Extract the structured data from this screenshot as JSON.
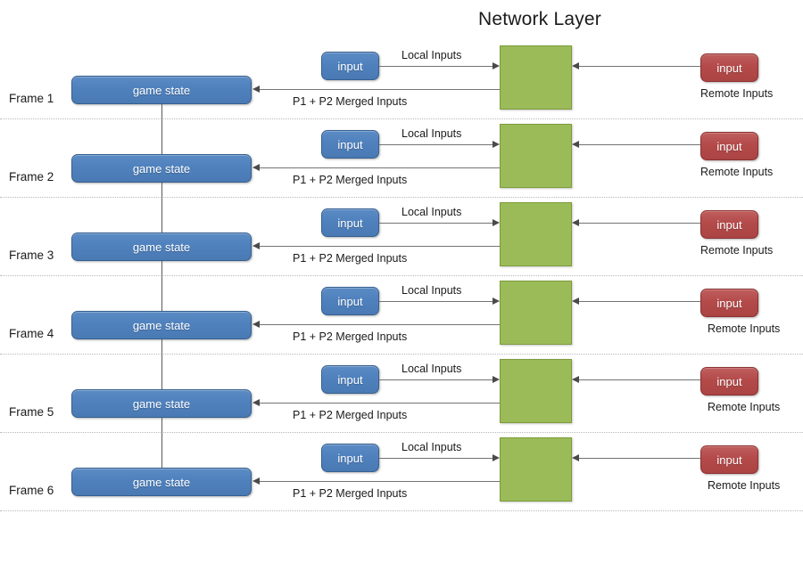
{
  "title": "Network Layer",
  "colors": {
    "game_state_fill": "#4F81BD",
    "local_input_fill": "#4F81BD",
    "remote_input_fill": "#B44A4A",
    "network_layer_fill": "#9BBB59",
    "connector_line": "#737373",
    "divider_line": "#B8B8B8",
    "label_text": "#1A1A1A"
  },
  "labels": {
    "game_state": "game state",
    "input": "input",
    "local_inputs": "Local Inputs",
    "merged_inputs": "P1 + P2 Merged Inputs",
    "remote_inputs": "Remote Inputs"
  },
  "frames": [
    {
      "frame_label": "Frame 1",
      "game_state": "game state",
      "local_input": "input",
      "remote_input": "input",
      "local_inputs_label": "Local Inputs",
      "merged_inputs_label": "P1 + P2 Merged Inputs",
      "remote_inputs_label": "Remote Inputs"
    },
    {
      "frame_label": "Frame 2",
      "game_state": "game state",
      "local_input": "input",
      "remote_input": "input",
      "local_inputs_label": "Local Inputs",
      "merged_inputs_label": "P1 + P2 Merged Inputs",
      "remote_inputs_label": "Remote Inputs"
    },
    {
      "frame_label": "Frame 3",
      "game_state": "game state",
      "local_input": "input",
      "remote_input": "input",
      "local_inputs_label": "Local Inputs",
      "merged_inputs_label": "P1 + P2 Merged Inputs",
      "remote_inputs_label": "Remote Inputs"
    },
    {
      "frame_label": "Frame 4",
      "game_state": "game state",
      "local_input": "input",
      "remote_input": "input",
      "local_inputs_label": "Local Inputs",
      "merged_inputs_label": "P1 + P2 Merged Inputs",
      "remote_inputs_label": "Remote Inputs"
    },
    {
      "frame_label": "Frame 5",
      "game_state": "game state",
      "local_input": "input",
      "remote_input": "input",
      "local_inputs_label": "Local Inputs",
      "merged_inputs_label": "P1 + P2 Merged Inputs",
      "remote_inputs_label": "Remote Inputs"
    },
    {
      "frame_label": "Frame 6",
      "game_state": "game state",
      "local_input": "input",
      "remote_input": "input",
      "local_inputs_label": "Local Inputs",
      "merged_inputs_label": "P1 + P2 Merged Inputs",
      "remote_inputs_label": "Remote Inputs"
    }
  ]
}
